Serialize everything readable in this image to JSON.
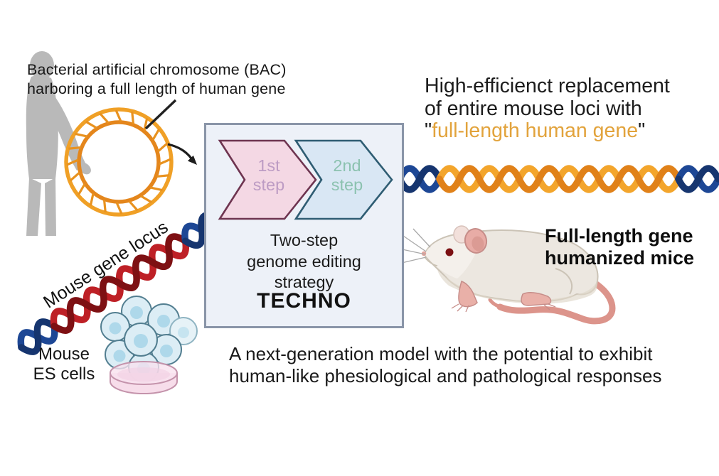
{
  "figure": {
    "bac_caption": [
      "Bacterial artificial chromosome (BAC)",
      "harboring a full length of human gene"
    ],
    "mouse_gene_locus_label": "Mouse gene locus",
    "es_cells_label": [
      "Mouse",
      "ES cells"
    ],
    "strategy_box": {
      "step1_line1": "1st",
      "step1_line2": "step",
      "step2_line1": "2nd",
      "step2_line2": "step",
      "caption": [
        "Two-step",
        "genome editing",
        "strategy"
      ],
      "method_name": "TECHNO"
    },
    "result_heading": {
      "line1": "High-efficienct replacement",
      "line2": "of entire mouse loci with",
      "quote_open": "\"",
      "highlight": "full-length human gene",
      "quote_close": "\""
    },
    "mice_label": [
      "Full-length gene",
      "humanized mice"
    ],
    "bottom_caption": [
      "A next-generation model with the potential to exhibit",
      "human-like phesiological and pathological responses"
    ]
  },
  "colors": {
    "highlight_orange": "#E2A33C",
    "dna_orange_light": "#F3A52C",
    "dna_orange_dark": "#E08119",
    "dna_blue": "#1D4795",
    "dna_blue_dark": "#16356F",
    "dna_red_bright": "#BE2026",
    "dna_red_dark": "#7E1013",
    "box_background": "#EDF1F8",
    "box_border": "#8A95A8",
    "step1_fill": "#F4D8E4",
    "step1_border": "#6E3450",
    "step1_text": "#BD9CC4",
    "step2_fill": "#D9E7F4",
    "step2_border": "#2F5D73",
    "step2_text": "#8CC2B0",
    "silhouette_gray": "#B9B9B9"
  }
}
